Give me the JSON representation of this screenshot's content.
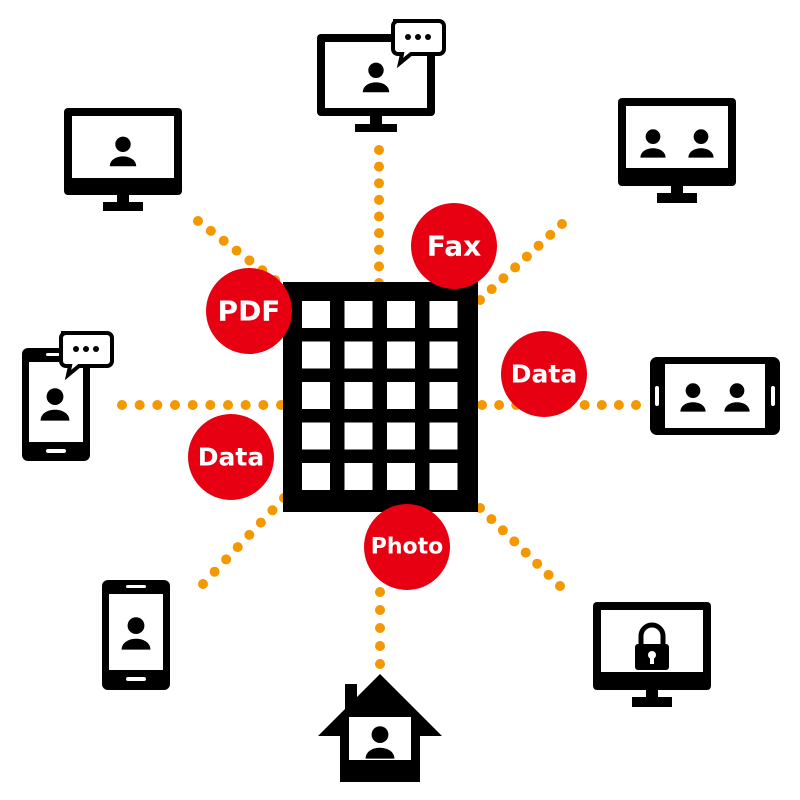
{
  "colors": {
    "ink": "#000000",
    "paper": "#ffffff",
    "bubble": "#e60012",
    "dots": "#f39800"
  },
  "hub": {
    "icon": "office-building-icon",
    "grid": {
      "cols": 4,
      "rows": 5
    }
  },
  "bubbles": [
    {
      "id": "fax",
      "label": "Fax"
    },
    {
      "id": "pdf",
      "label": "PDF"
    },
    {
      "id": "data-right",
      "label": "Data"
    },
    {
      "id": "data-left",
      "label": "Data"
    },
    {
      "id": "photo",
      "label": "Photo"
    }
  ],
  "devices": [
    {
      "id": "top-monitor-chat",
      "icon": "monitor-user-chat-icon"
    },
    {
      "id": "top-left-monitor",
      "icon": "monitor-user-icon"
    },
    {
      "id": "top-right-monitor",
      "icon": "monitor-two-users-icon"
    },
    {
      "id": "left-phone-chat",
      "icon": "smartphone-user-chat-icon"
    },
    {
      "id": "right-tablet",
      "icon": "tablet-two-users-icon"
    },
    {
      "id": "bottom-left-phone",
      "icon": "smartphone-user-icon"
    },
    {
      "id": "bottom-right-monitor",
      "icon": "monitor-lock-icon"
    },
    {
      "id": "bottom-house",
      "icon": "home-user-icon"
    }
  ]
}
